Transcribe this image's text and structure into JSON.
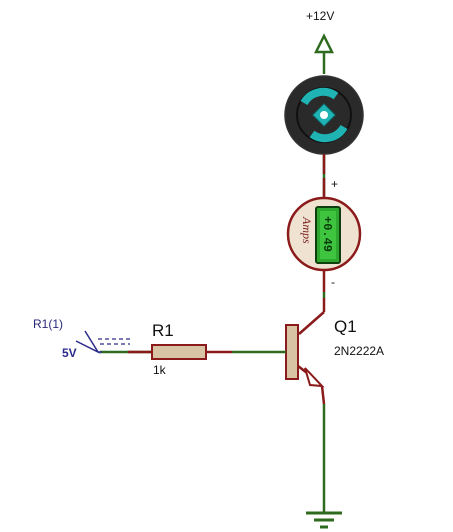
{
  "supply": {
    "label": "+12V"
  },
  "motor": {
    "name": "motor"
  },
  "ammeter": {
    "reading": "+0.49",
    "unit": "Amps",
    "plus_label": "+",
    "minus_label": "-"
  },
  "resistor": {
    "ref": "R1",
    "value": "1k"
  },
  "transistor": {
    "ref": "Q1",
    "part": "2N2222A"
  },
  "probe": {
    "label": "R1(1)",
    "value": "5V"
  },
  "colors": {
    "wire": "#2e6b1f",
    "component": "#8b1a1a",
    "resistor_fill": "#d8c3a5",
    "motor_body": "#2a2a2a",
    "motor_ring": "#1fb3b3",
    "meter_face": "#efe2d0",
    "meter_display": "#2ea82e",
    "probe": "#2a2a8a"
  }
}
